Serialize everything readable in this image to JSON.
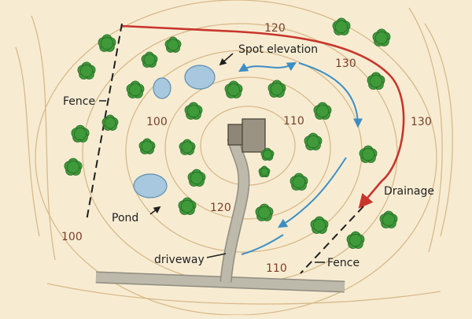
{
  "map": {
    "labels": {
      "fence_left": "Fence",
      "fence_bottom": "Fence",
      "spot_elevation": "Spot elevation",
      "pond": "Pond",
      "driveway": "driveway",
      "drainage": "Drainage"
    },
    "elevations": {
      "top": "120",
      "upper_right": "130",
      "right": "130",
      "left_inner": "100",
      "center": "110",
      "bottom_center": "120",
      "bottom": "110",
      "bottom_left": "100"
    },
    "colors": {
      "background": "#f7ecd2",
      "contour": "#d8b98a",
      "tree": "#3f9a3a",
      "pond": "#a7c8de",
      "water_flow": "#3e8ec4",
      "boundary_red": "#c8352b",
      "road": "#b9b6a8",
      "house": "#9a9384"
    }
  }
}
